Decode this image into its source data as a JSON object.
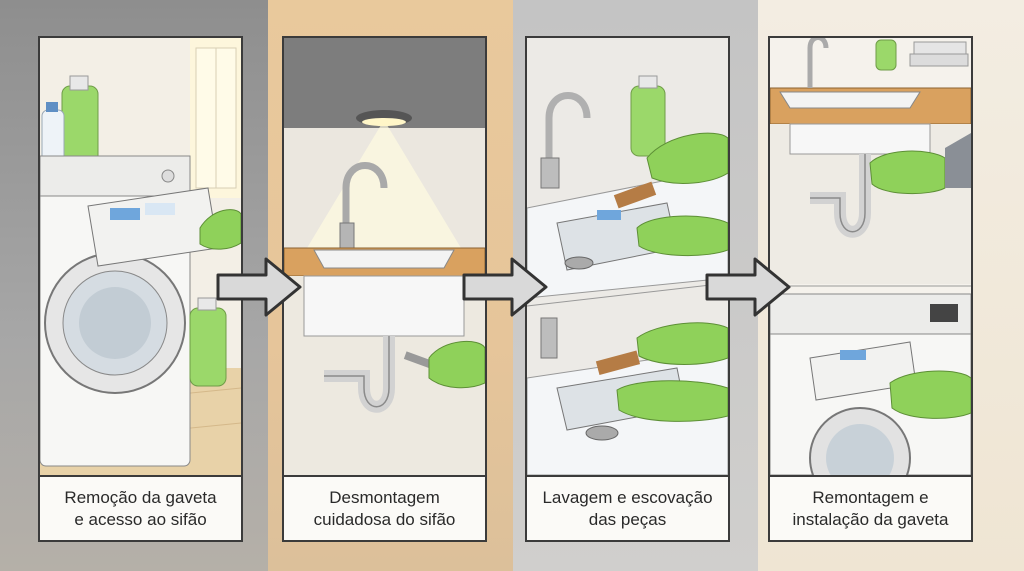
{
  "steps": [
    {
      "line1": "Remoção da gaveta",
      "line2": "e acesso ao sifão"
    },
    {
      "line1": "Desmontagem",
      "line2": "cuidadosa do sifão"
    },
    {
      "line1": "Lavagem e escovação",
      "line2": "das peças"
    },
    {
      "line1": "Remontagem e",
      "line2": "instalação da gaveta"
    }
  ],
  "colors": {
    "glove": "#8fd15a",
    "frame": "#3b3b3b",
    "arrow": "#d9d9d9",
    "wood": "#d9a15f"
  }
}
